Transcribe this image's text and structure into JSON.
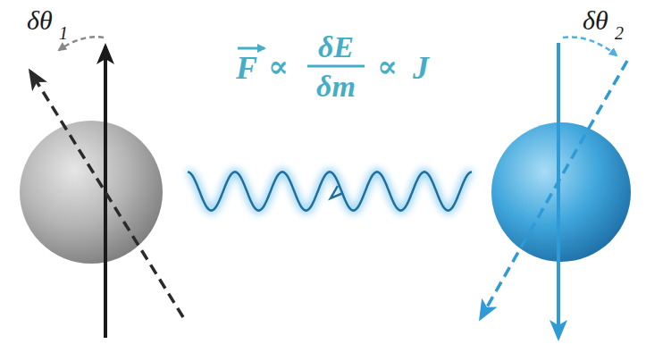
{
  "diagram": {
    "labels": [
      "δθ",
      "1",
      "δθ",
      "2",
      "F",
      "∝",
      "δE",
      "δm",
      "∝",
      "J"
    ]
  }
}
